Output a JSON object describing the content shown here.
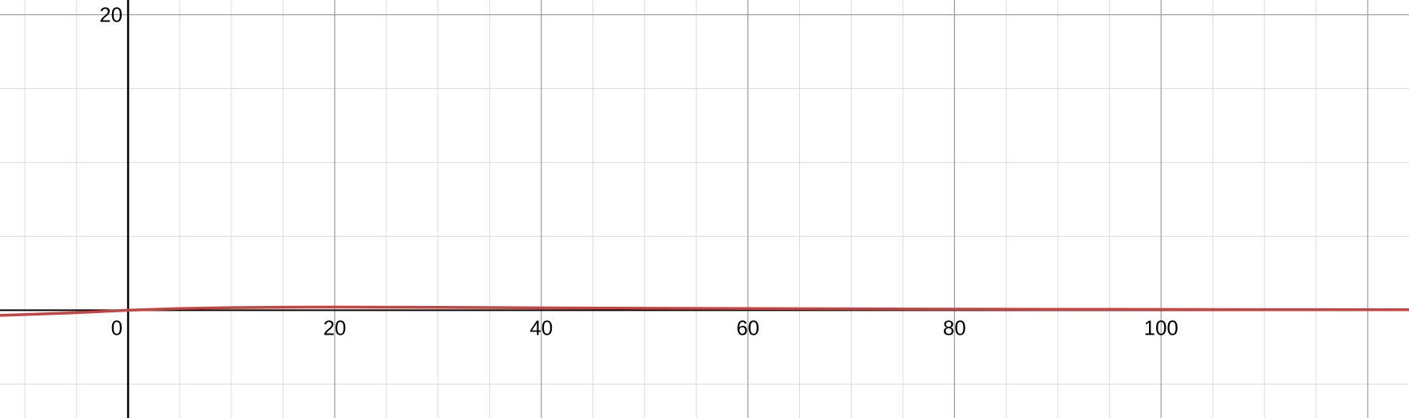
{
  "chart_data": {
    "type": "line",
    "title": "",
    "xlabel": "",
    "ylabel": "",
    "xlim": [
      -12.4,
      124.0
    ],
    "ylim": [
      -7.3,
      21.0
    ],
    "grid": true,
    "major_grid_step": {
      "x": 20,
      "y": 20
    },
    "minor_grid_step": {
      "x": 5,
      "y": 5
    },
    "x_ticks": [
      {
        "value": 0,
        "label": "0"
      },
      {
        "value": 20,
        "label": "20"
      },
      {
        "value": 40,
        "label": "40"
      },
      {
        "value": 60,
        "label": "60"
      },
      {
        "value": 80,
        "label": "80"
      },
      {
        "value": 100,
        "label": "100"
      }
    ],
    "y_ticks": [
      {
        "value": 20,
        "label": "20"
      }
    ],
    "series": [
      {
        "color": "#c74440",
        "x": [
          -12.4,
          -6,
          -2,
          0,
          5,
          10,
          15,
          20,
          25,
          30,
          40,
          50,
          60,
          70,
          80,
          90,
          100,
          110,
          124
        ],
        "y": [
          -0.35,
          -0.2,
          -0.07,
          0,
          0.11,
          0.17,
          0.2,
          0.21,
          0.2,
          0.19,
          0.16,
          0.13,
          0.11,
          0.09,
          0.07,
          0.06,
          0.05,
          0.04,
          0.03
        ]
      }
    ]
  },
  "colors": {
    "background": "#ffffff",
    "minor_grid": "#dcdcdc",
    "major_grid": "#9a9a9a",
    "axis": "#000000",
    "curve": "#c74440"
  }
}
